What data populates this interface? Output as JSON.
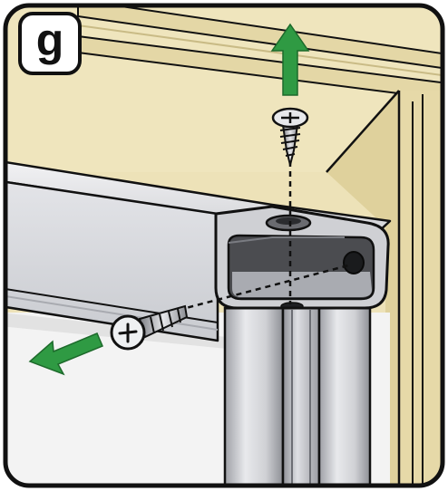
{
  "step": {
    "label": "g"
  },
  "illustration": {
    "subject": "removing-screws-from-headrail-end-bracket",
    "arrows": [
      "up-arrow",
      "left-arrow"
    ],
    "colors": {
      "frame_border": "#111111",
      "wall": "#ede2b8",
      "wall_shadow": "#d8cb98",
      "window_opening": "#f3f3f3",
      "rail": "#d7d8dc",
      "rail_dark": "#5f6166",
      "bracket_inner": "#4b4c50",
      "arrow_green": "#2f9a43"
    }
  }
}
